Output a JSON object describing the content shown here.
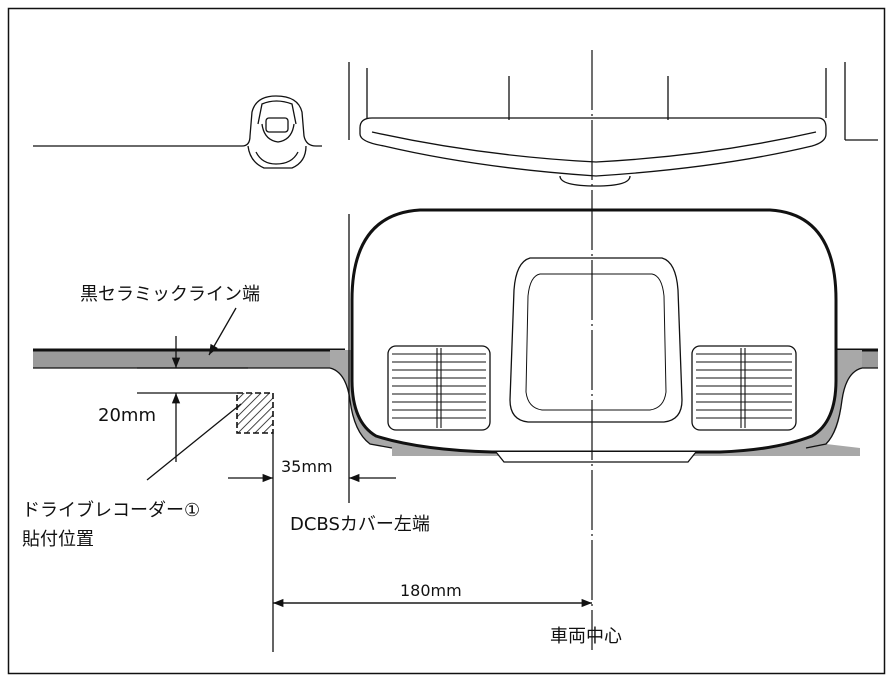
{
  "labels": {
    "black_ceramic_edge": "黒セラミックライン端",
    "dimension_vertical": "20mm",
    "dimension_small": "35mm",
    "dcbs_cover_edge": "DCBSカバー左端",
    "recorder_position_line1": "ドライブレコーダー①",
    "recorder_position_line2": "貼付位置",
    "dimension_center": "180mm",
    "vehicle_center": "車両中心"
  },
  "colors": {
    "ceramic_band": "#9a9a9a",
    "housing_shadow": "#a8a8a8",
    "line": "#111111"
  }
}
